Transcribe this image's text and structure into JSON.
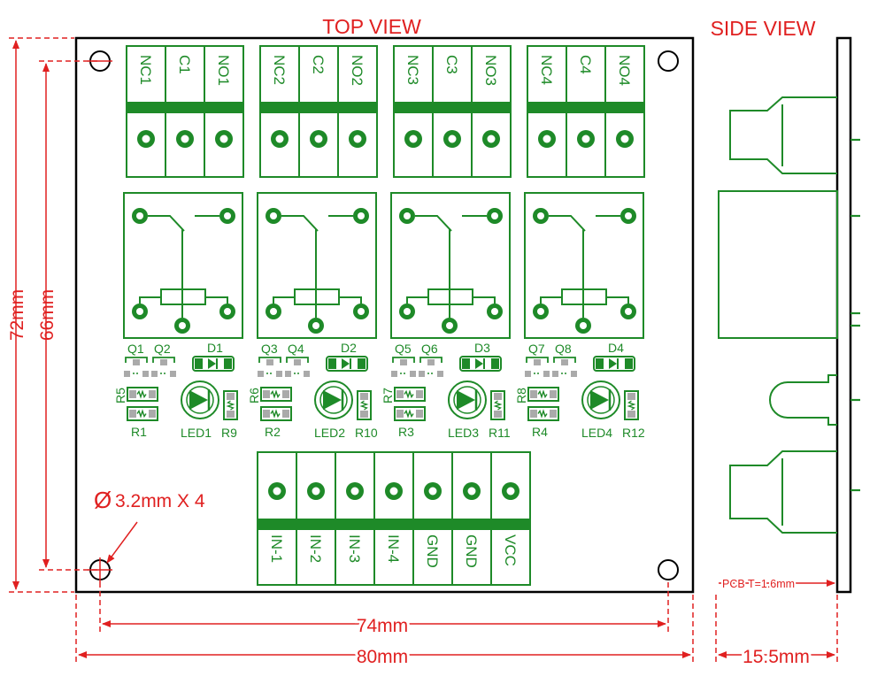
{
  "titles": {
    "top_view": "TOP VIEW",
    "side_view": "SIDE VIEW"
  },
  "dimensions": {
    "height_outer": "72mm",
    "height_inner": "66mm",
    "width_inner": "74mm",
    "width_outer": "80mm",
    "side_depth": "15.5mm",
    "pcb_thickness": "PCB  T=1.6mm",
    "hole_note": "3.2mm  X 4",
    "hole_symbol": "Ø"
  },
  "relay_channels": [
    {
      "terminals": [
        "NC1",
        "C1",
        "NO1"
      ],
      "q_left": "Q1",
      "q_right": "Q2",
      "diode": "D1",
      "r_vert": "R5",
      "r_bottom": "R1",
      "led": "LED1",
      "r_right": "R9"
    },
    {
      "terminals": [
        "NC2",
        "C2",
        "NO2"
      ],
      "q_left": "Q3",
      "q_right": "Q4",
      "diode": "D2",
      "r_vert": "R6",
      "r_bottom": "R2",
      "led": "LED2",
      "r_right": "R10"
    },
    {
      "terminals": [
        "NC3",
        "C3",
        "NO3"
      ],
      "q_left": "Q5",
      "q_right": "Q6",
      "diode": "D3",
      "r_vert": "R7",
      "r_bottom": "R3",
      "led": "LED3",
      "r_right": "R11"
    },
    {
      "terminals": [
        "NC4",
        "C4",
        "NO4"
      ],
      "q_left": "Q7",
      "q_right": "Q8",
      "diode": "D4",
      "r_vert": "R8",
      "r_bottom": "R4",
      "led": "LED4",
      "r_right": "R12"
    }
  ],
  "input_terminals": [
    "IN-1",
    "IN-2",
    "IN-3",
    "IN-4",
    "GND",
    "GND",
    "VCC"
  ],
  "colors": {
    "outline": "#000000",
    "silkscreen": "#1e8a28",
    "dimension": "#e02020"
  }
}
